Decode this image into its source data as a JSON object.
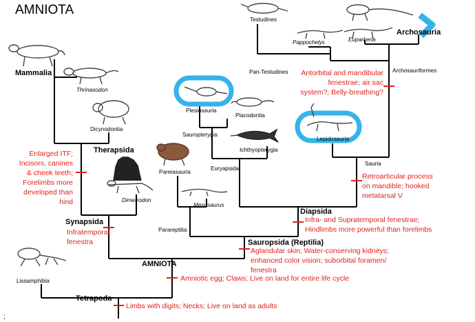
{
  "title": "AMNIOTA",
  "colors": {
    "branch": "#000000",
    "trait_text": "#e0211b",
    "trait_tick": "#e0211b",
    "highlight": "#35b3ea",
    "silhouette": "#555555"
  },
  "clades": {
    "mammalia": "Mammalia",
    "therapsida": "Therapsida",
    "synapsida": "Synapsida",
    "amniota": "AMNIOTA",
    "tetrapoda": "Tetrapoda",
    "sauropsida": "Sauropsida (Reptilia)",
    "diapsida": "Diapsida",
    "archosauria": "Archosauria"
  },
  "taxa": {
    "thrinaxodon": "Thrinaxodon",
    "dicynodontia": "Dicynodontia",
    "dimetrodon": "Dimetrodon",
    "lissamphibia": "Lissamphibia",
    "plesiosauria": "Plesiosauria",
    "placodontia": "Placodontia",
    "sauropterygia": "Sauropterygia",
    "ichthyopterygia": "Ichthyopterygia",
    "euryapsida": "Euryapsida",
    "pareiasauria": "Pareiasauria",
    "mesosaurus": "Mesosaurus",
    "parareptilia": "Parareptilia",
    "testudines": "Testudines",
    "pappochelys": "Pappochelys",
    "pan_testudines": "Pan-Testudines",
    "euparkeria": "Euparkeria",
    "archosauriformes": "Archosauriformes",
    "lepidosauria": "Lepidosauria",
    "sauria": "Sauria"
  },
  "traits": {
    "therapsida": [
      "Enlarged ITF;",
      "Incisors, canines",
      "& cheek teeth;",
      "Forelimbs more",
      "developed than",
      "hind"
    ],
    "synapsida": [
      "Infratemporal",
      "fenestra"
    ],
    "amniota": "Amniotic egg; Claws; Live on land for entire life cycle",
    "tetrapoda": "Limbs with digits; Necks; Live on land as adults",
    "sauropsida": [
      "Aglandular skin; Water-conserving kidneys;",
      "enhanced color vision; suborbital foramen/",
      "fenestra"
    ],
    "diapsida": [
      "Infra- and Supratemporal fenestrae;",
      "Hindlimbs more powerful than forelimbs"
    ],
    "sauria": [
      "Retroarticular process",
      "on mandible; hooked",
      "metatarsal V"
    ],
    "archosauriformes": [
      "Antorbital and mandibular",
      "fenestrae; air sac",
      "system?; Belly-breathing?"
    ]
  },
  "footnote": ";"
}
